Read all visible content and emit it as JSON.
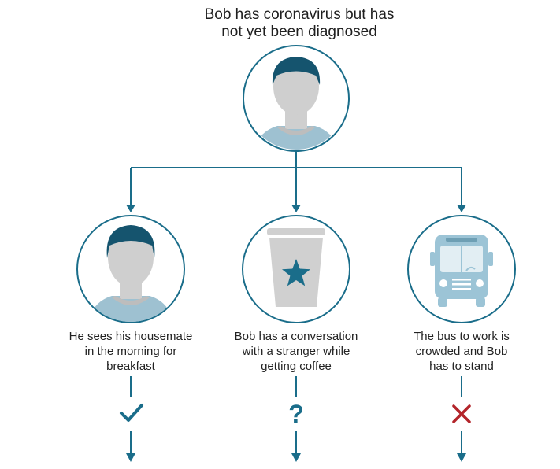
{
  "title_lines": [
    "Bob has coronavirus but has",
    "not yet been diagnosed"
  ],
  "scenarios": [
    {
      "caption_lines": [
        "He sees his housemate",
        "in the morning for",
        "breakfast"
      ],
      "icon": "person-icon",
      "outcome": "check-icon"
    },
    {
      "caption_lines": [
        "Bob has a conversation",
        "with a stranger while",
        "getting coffee"
      ],
      "icon": "coffee-cup-icon",
      "outcome": "question-mark",
      "outcome_text": "?"
    },
    {
      "caption_lines": [
        "The bus to work is",
        "crowded and Bob",
        "has to stand"
      ],
      "icon": "bus-icon",
      "outcome": "cross-icon"
    }
  ],
  "colors": {
    "line": "#1a6d8a",
    "circle_stroke": "#1a6d8a",
    "hair": "#15546e",
    "skin": "#cfcfcf",
    "shirt": "#9ec1d1",
    "cup": "#d0d0d0",
    "star": "#1a6d8a",
    "bus": "#9cc4d6",
    "check": "#1a6d8a",
    "question": "#1a6d8a",
    "cross": "#b3242a"
  }
}
